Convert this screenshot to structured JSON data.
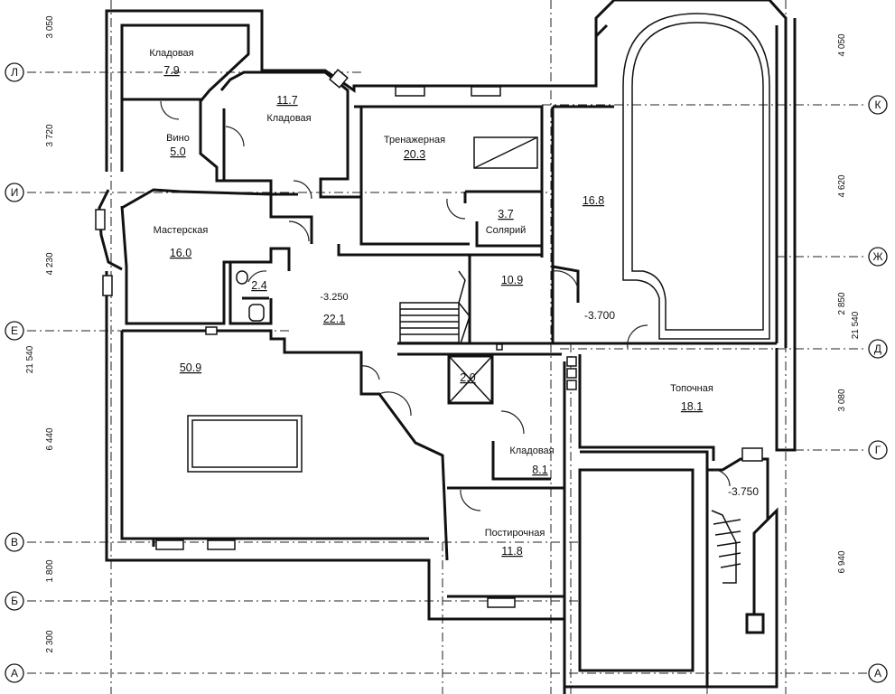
{
  "axes": {
    "left": [
      "Л",
      "И",
      "Е",
      "В",
      "Б",
      "А"
    ],
    "right": [
      "К",
      "Ж",
      "Д",
      "Г",
      "А"
    ]
  },
  "dimensions": {
    "left": [
      "3 050",
      "3 720",
      "4 230",
      "21 540",
      "6 440",
      "1 800",
      "2 300"
    ],
    "right": [
      "4 050",
      "4 620",
      "2 850",
      "21 540",
      "3 080",
      "6 940"
    ]
  },
  "rooms": {
    "storage_top": {
      "name": "Кладовая",
      "area": "7.9"
    },
    "wine": {
      "name": "Вино",
      "area": "5.0"
    },
    "storage_mid": {
      "name": "Кладовая",
      "area": "11.7"
    },
    "gym": {
      "name": "Тренажерная",
      "area": "20.3"
    },
    "solarium": {
      "name": "Солярий",
      "area": "3.7"
    },
    "pool": {
      "name": "",
      "area": "16.8"
    },
    "workshop": {
      "name": "Мастерская",
      "area": "16.0"
    },
    "wc": {
      "name": "",
      "area": "2.4"
    },
    "hall": {
      "name": "",
      "area": "22.1",
      "level": "-3.250"
    },
    "stair": {
      "name": "",
      "area": "10.9"
    },
    "pool_level": {
      "level": "-3.700"
    },
    "lift": {
      "name": "",
      "area": "2.0"
    },
    "boiler": {
      "name": "Топочная",
      "area": "18.1"
    },
    "billiard": {
      "name": "",
      "area": "50.9"
    },
    "storage_low": {
      "name": "Кладовая",
      "area": "8.1"
    },
    "laundry": {
      "name": "Постирочная",
      "area": "11.8"
    },
    "exit_level": {
      "level": "-3.750"
    }
  }
}
